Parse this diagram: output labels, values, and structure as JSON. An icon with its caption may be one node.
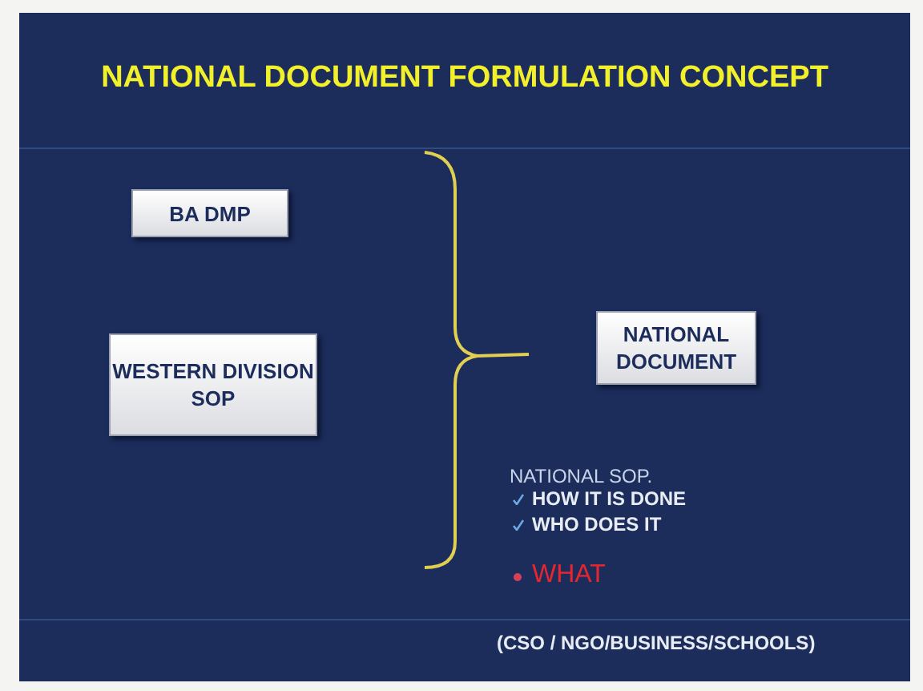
{
  "diagram": {
    "title": "NATIONAL DOCUMENT FORMULATION CONCEPT",
    "nodes": [
      {
        "text": [
          "BA DMP"
        ]
      },
      {
        "text": [
          "WESTERN DIVISION SOP"
        ]
      },
      {
        "text": [
          "NATIONAL DOCUMENT"
        ]
      }
    ],
    "labels": [
      "NATIONAL SOP.",
      "HOW IT IS DONE",
      "WHO DOES IT",
      "WHAT",
      "(CSO / NGO/BUSINESS/SCHOOLS)"
    ]
  }
}
